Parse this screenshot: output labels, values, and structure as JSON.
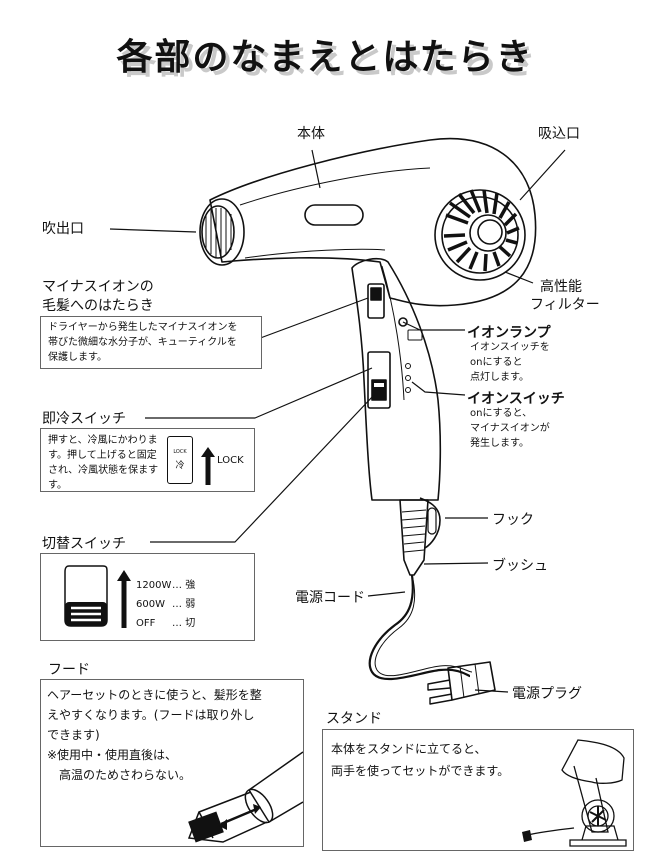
{
  "title": "各部のなまえとはたらき",
  "labels": {
    "body": "本体",
    "intake": "吸込口",
    "outlet": "吹出口",
    "filter_line1": "高性能",
    "filter_line2": "フィルター",
    "ion_heading_line1": "マイナスイオンの",
    "ion_heading_line2": "毛髪へのはたらき",
    "ion_lamp": "イオンランプ",
    "ion_switch": "イオンスイッチ",
    "cool_switch": "即冷スイッチ",
    "select_switch": "切替スイッチ",
    "hook": "フック",
    "bushing": "ブッシュ",
    "cord": "電源コード",
    "plug": "電源プラグ",
    "hood": "フード",
    "stand": "スタンド"
  },
  "ion_box": [
    "ドライヤーから発生したマイナスイオンを",
    "帯びた微細な水分子が、キューティクルを",
    "保護します。"
  ],
  "ion_lamp_desc": [
    "イオンスイッチを",
    "onにすると",
    "点灯します。"
  ],
  "ion_switch_desc": [
    "onにすると、",
    "マイナスイオンが",
    "発生します。"
  ],
  "cool_box": {
    "lines": [
      "押すと、冷風にかわりま",
      "す。押して上げると固定",
      "され、冷風状態を保ます",
      "す。"
    ],
    "lock_icon_text_top": "LOCK",
    "lock_icon_text_bottom": "冷",
    "arrow_label": "LOCK"
  },
  "select_box": {
    "settings": [
      {
        "watt": "1200W",
        "dots": "…",
        "mode": "強"
      },
      {
        "watt": "600W",
        "dots": "…",
        "mode": "弱"
      },
      {
        "watt": "OFF",
        "dots": "…",
        "mode": "切"
      }
    ]
  },
  "hood_box": [
    "ヘアーセットのときに使うと、髪形を整",
    "えやすくなります。(フードは取り外し",
    "できます)",
    "※使用中・使用直後は、",
    "　高温のためさわらない。"
  ],
  "stand_box": [
    "本体をスタンドに立てると、",
    "両手を使ってセットができます。"
  ]
}
